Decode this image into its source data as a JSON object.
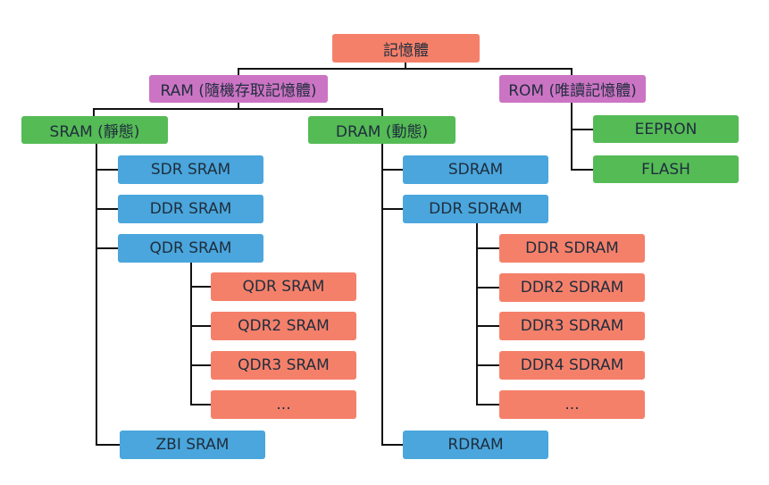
{
  "tree": {
    "root": "記憶體",
    "ram": "RAM (隨機存取記憶體)",
    "rom": "ROM (唯讀記憶體)",
    "sram": "SRAM (靜態)",
    "dram": "DRAM (動態)",
    "sram_types": [
      "SDR SRAM",
      "DDR SRAM",
      "QDR SRAM",
      "ZBI SRAM"
    ],
    "qdr_types": [
      "QDR SRAM",
      "QDR2 SRAM",
      "QDR3 SRAM",
      "..."
    ],
    "dram_types": [
      "SDRAM",
      "DDR SDRAM",
      "RDRAM"
    ],
    "ddr_types": [
      "DDR SDRAM",
      "DDR2 SDRAM",
      "DDR3 SDRAM",
      "DDR4 SDRAM",
      "..."
    ],
    "rom_types": [
      "EEPRON",
      "FLASH"
    ]
  },
  "colors": {
    "root": "#f5806a",
    "category": "#cc74c4",
    "subcategory": "#55bb55",
    "type": "#4aa6dc",
    "variant": "#f5806a",
    "line": "#111111"
  }
}
